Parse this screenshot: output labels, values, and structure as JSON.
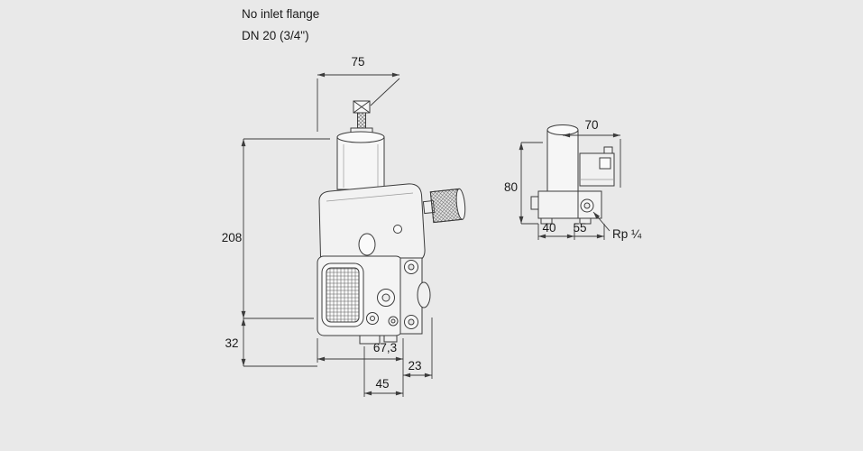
{
  "title": {
    "line1": "No inlet flange",
    "line2": "DN 20 (3/4\")"
  },
  "front_view": {
    "dim_top_width": "75",
    "dim_height": "208",
    "dim_base_height": "32",
    "dim_body_width": "67,3",
    "dim_outlet_offset": "23",
    "dim_base_width": "45"
  },
  "side_view": {
    "dim_top_width": "70",
    "dim_height": "80",
    "dim_depth": "40",
    "dim_width": "55",
    "thread_label": "Rp ¼"
  },
  "colors": {
    "background": "#e9e9e9",
    "line": "#3c3c3c",
    "text": "#1a1a1a"
  }
}
